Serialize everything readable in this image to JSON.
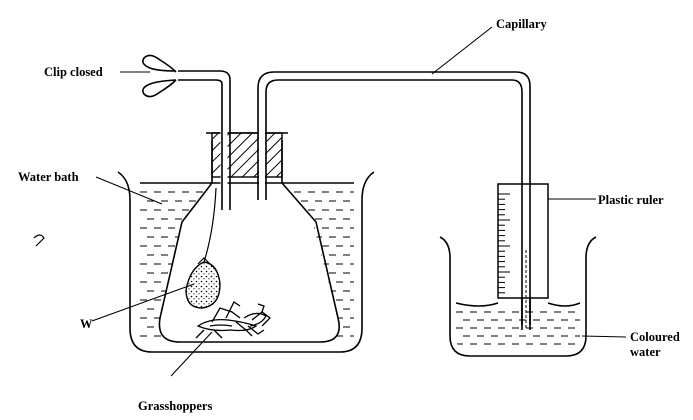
{
  "labels": {
    "clip": "Clip closed",
    "capillary": "Capillary",
    "water_bath": "Water bath",
    "plastic_ruler": "Plastic ruler",
    "w": "W",
    "coloured_1": "Coloured",
    "coloured_2": "water",
    "grasshoppers": "Grasshoppers"
  },
  "colors": {
    "ink": "#000000",
    "paper": "#ffffff"
  }
}
